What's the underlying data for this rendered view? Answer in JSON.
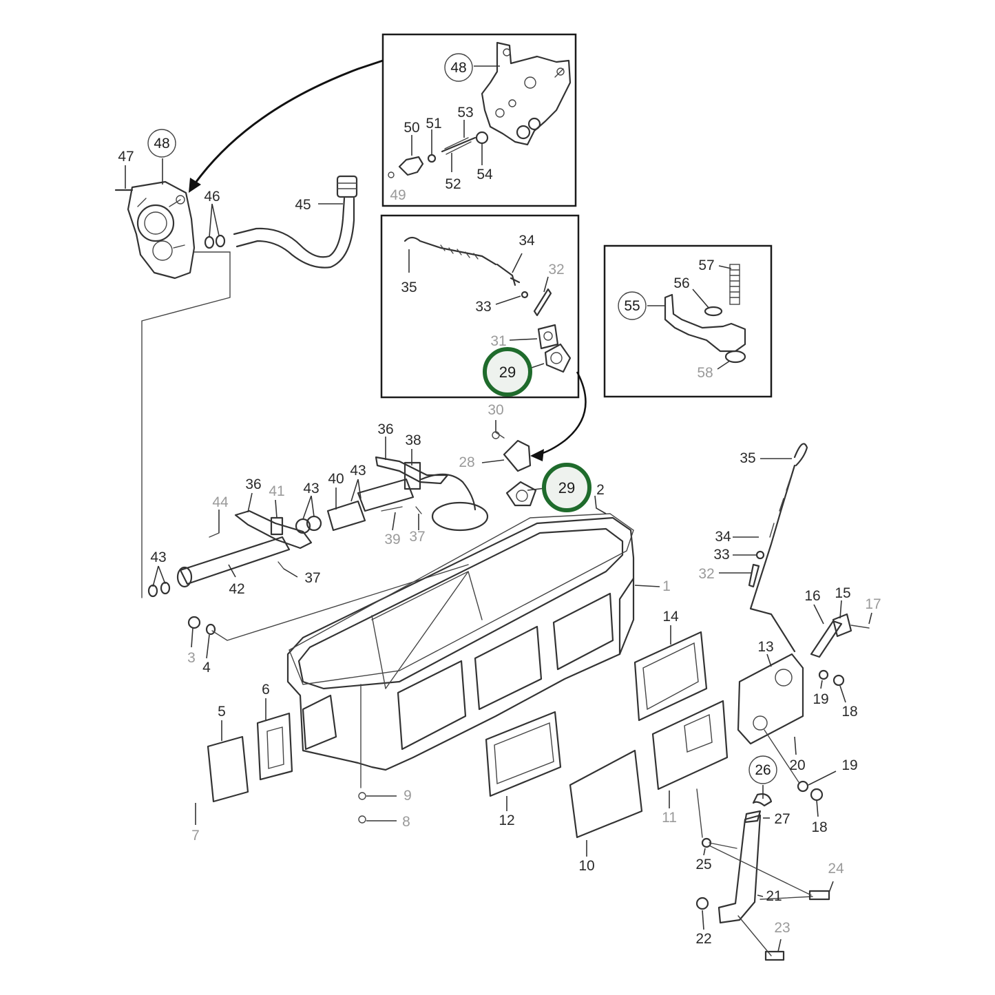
{
  "highlight_color": "#1f6b2c",
  "inset_top": {
    "circled": "48",
    "labels": [
      "50",
      "51",
      "53",
      "52",
      "54",
      "49"
    ]
  },
  "inset_mid": {
    "labels": [
      "34",
      "32",
      "35",
      "33",
      "31"
    ],
    "highlighted": "29"
  },
  "inset_right": {
    "circled": "55",
    "labels": [
      "57",
      "56",
      "58"
    ]
  },
  "pump": {
    "circled": "48",
    "labels": [
      "47",
      "46",
      "45"
    ]
  },
  "main": {
    "highlighted": "29",
    "labels": {
      "30": "30",
      "28": "28",
      "2": "2",
      "36a": "36",
      "38": "38",
      "36b": "36",
      "41": "41",
      "43a": "43",
      "40": "40",
      "43b": "43",
      "44": "44",
      "39": "39",
      "37a": "37",
      "43c": "43",
      "42": "42",
      "37b": "37",
      "1": "1",
      "3": "3",
      "4": "4",
      "5": "5",
      "6": "6",
      "7": "7",
      "9": "9",
      "8": "8",
      "12": "12",
      "10": "10",
      "14": "14",
      "11": "11",
      "35": "35",
      "34": "34",
      "33": "33",
      "32": "32",
      "16": "16",
      "15": "15",
      "17": "17",
      "13": "13",
      "19a": "19",
      "18a": "18",
      "20": "20",
      "19b": "19",
      "18b": "18",
      "26": "26",
      "27": "27",
      "25": "25",
      "24": "24",
      "21": "21",
      "22": "22",
      "23": "23"
    }
  }
}
